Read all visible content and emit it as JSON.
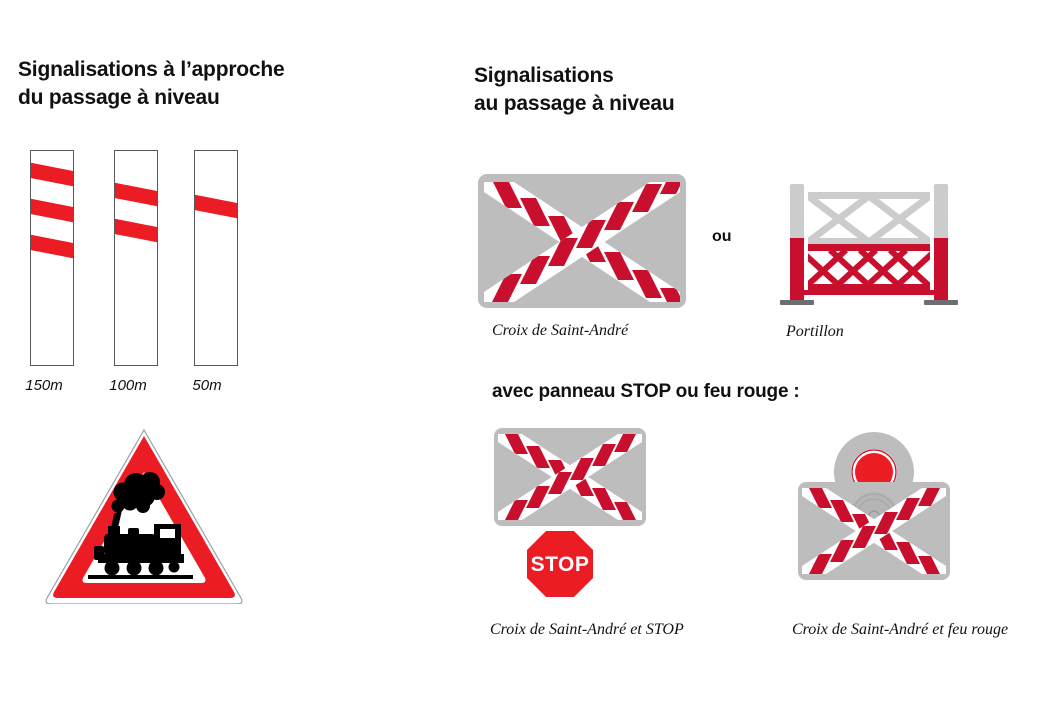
{
  "page": {
    "title": "Signalisations passage à niveau",
    "background": "#ffffff"
  },
  "colors": {
    "red": "#ec1c24",
    "dark_red": "#c8102e",
    "panel_gray": "#bdbdbd",
    "post_outline": "#58585a",
    "light_gray": "#cccccc",
    "base_gray": "#6d6e71",
    "white": "#ffffff",
    "black": "#000000"
  },
  "left_section": {
    "heading_line1": "Signalisations à l’approche",
    "heading_line2": "du passage à niveau",
    "posts": [
      {
        "label": "150m",
        "stripes": 3,
        "name": "post-150m"
      },
      {
        "label": "100m",
        "stripes": 2,
        "name": "post-100m"
      },
      {
        "label": "50m",
        "stripes": 1,
        "name": "post-50m"
      }
    ],
    "warning_sign": {
      "name": "level-crossing-warning-triangle",
      "shape": "triangle",
      "border_color": "#ec1c24",
      "pictogram": "steam-locomotive"
    }
  },
  "right_section": {
    "heading_line1": "Signalisations",
    "heading_line2": "au passage à niveau",
    "or_label": "ou",
    "subheading": "avec panneau STOP ou feu rouge :",
    "items": [
      {
        "name": "croix-de-saint-andre",
        "caption": "Croix de Saint-André",
        "type": "saint-andrew-cross"
      },
      {
        "name": "portillon",
        "caption": "Portillon",
        "type": "pedestrian-gate"
      },
      {
        "name": "croix-saint-andre-et-stop",
        "caption": "Croix de Saint-André et STOP",
        "type": "saint-andrew-cross-with-stop",
        "stop_label": "STOP"
      },
      {
        "name": "croix-saint-andre-et-feu-rouge",
        "caption": "Croix de Saint-André et feu rouge",
        "type": "saint-andrew-cross-with-red-light",
        "lamp_state": "red-lit"
      }
    ]
  }
}
